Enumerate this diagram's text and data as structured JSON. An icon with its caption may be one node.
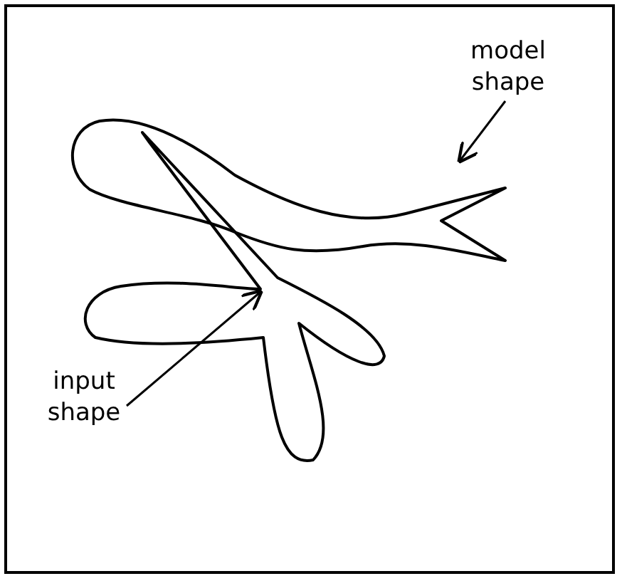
{
  "diagram": {
    "nodes": [
      {
        "text": [
          "model shape"
        ]
      },
      {
        "text": [],
        "shape": "picture"
      },
      {
        "text": [],
        "shape": "picture"
      },
      {
        "text": [
          "input shape"
        ]
      }
    ],
    "edges": [
      {
        "from": 0,
        "to": 1,
        "arrow": "to"
      },
      {
        "from": 3,
        "to": 2,
        "arrow": "to"
      }
    ]
  }
}
